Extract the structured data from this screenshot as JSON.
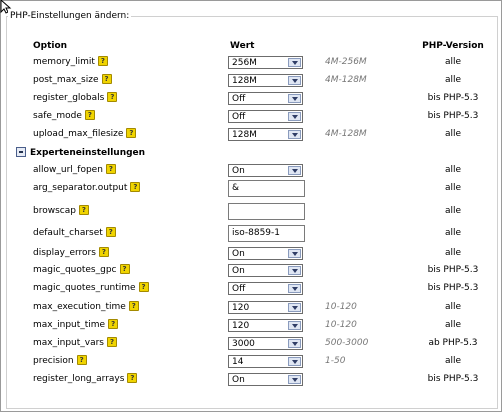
{
  "title": "PHP-Einstellungen ändern:",
  "headers": {
    "option": "Option",
    "value": "Wert",
    "version": "PHP-Version"
  },
  "section": "Experteneinstellungen",
  "rows": [
    {
      "name": "memory_limit",
      "kind": "select",
      "value": "256M",
      "range": "4M-256M",
      "version": "alle"
    },
    {
      "name": "post_max_size",
      "kind": "select",
      "value": "128M",
      "range": "4M-128M",
      "version": "alle"
    },
    {
      "name": "register_globals",
      "kind": "select",
      "value": "Off",
      "range": "",
      "version": "bis PHP-5.3"
    },
    {
      "name": "safe_mode",
      "kind": "select",
      "value": "Off",
      "range": "",
      "version": "bis PHP-5.3"
    },
    {
      "name": "upload_max_filesize",
      "kind": "select",
      "value": "128M",
      "range": "4M-128M",
      "version": "alle"
    },
    {
      "name": "allow_url_fopen",
      "kind": "select",
      "value": "On",
      "range": "",
      "version": "alle"
    },
    {
      "name": "arg_separator.output",
      "kind": "input",
      "value": "&",
      "range": "",
      "version": "alle"
    },
    {
      "name": "browscap",
      "kind": "input",
      "value": "",
      "range": "",
      "version": "alle"
    },
    {
      "name": "default_charset",
      "kind": "input",
      "value": "iso-8859-1",
      "range": "",
      "version": "alle"
    },
    {
      "name": "display_errors",
      "kind": "select",
      "value": "On",
      "range": "",
      "version": "alle"
    },
    {
      "name": "magic_quotes_gpc",
      "kind": "select",
      "value": "On",
      "range": "",
      "version": "bis PHP-5.3"
    },
    {
      "name": "magic_quotes_runtime",
      "kind": "select",
      "value": "Off",
      "range": "",
      "version": "bis PHP-5.3"
    },
    {
      "name": "max_execution_time",
      "kind": "select",
      "value": "120",
      "range": "10-120",
      "version": "alle"
    },
    {
      "name": "max_input_time",
      "kind": "select",
      "value": "120",
      "range": "10-120",
      "version": "alle"
    },
    {
      "name": "max_input_vars",
      "kind": "select",
      "value": "3000",
      "range": "500-3000",
      "version": "ab PHP-5.3"
    },
    {
      "name": "precision",
      "kind": "select",
      "value": "14",
      "range": "1-50",
      "version": "alle"
    },
    {
      "name": "register_long_arrays",
      "kind": "select",
      "value": "On",
      "range": "",
      "version": "bis PHP-5.3"
    }
  ]
}
